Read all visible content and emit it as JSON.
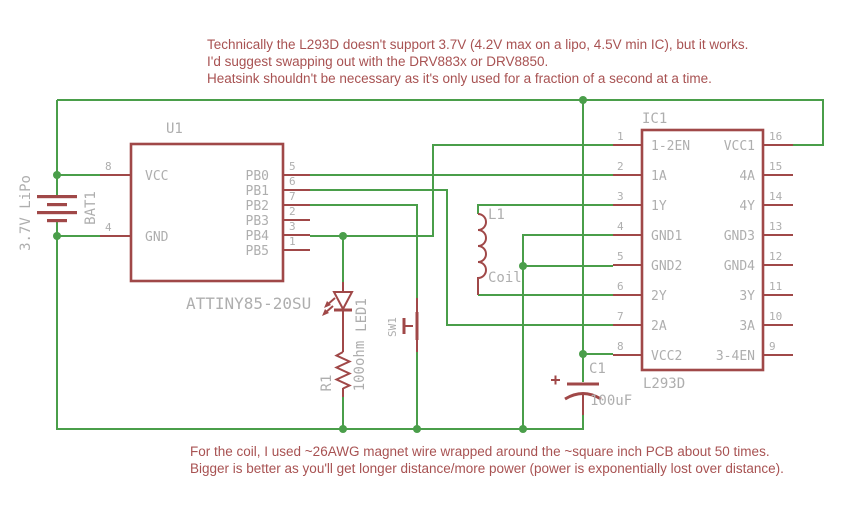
{
  "colors": {
    "wire": "#4a9e4a",
    "part": "#a04848",
    "label": "#aeaeae",
    "note": "#a85252",
    "bg": "#ffffff"
  },
  "notes": {
    "top": [
      "Technically the L293D doesn't support 3.7V (4.2V max on a lipo, 4.5V min IC), but it works.",
      "I'd suggest swapping out with the DRV883x or DRV8850.",
      "Heatsink shouldn't be necessary as it's only used for a fraction of a second at a time."
    ],
    "bottom": [
      "For the coil, I used ~26AWG magnet wire wrapped around the ~square inch PCB about 50 times.",
      "Bigger is better as you'll get longer distance/more power (power is exponentially lost over distance)."
    ]
  },
  "components": {
    "u1": {
      "ref": "U1",
      "value": "ATTINY85-20SU",
      "left_pins": [
        {
          "num": "8",
          "name": "VCC"
        },
        {
          "num": "4",
          "name": "GND"
        }
      ],
      "right_pins": [
        {
          "num": "5",
          "name": "PB0"
        },
        {
          "num": "6",
          "name": "PB1"
        },
        {
          "num": "7",
          "name": "PB2"
        },
        {
          "num": "2",
          "name": "PB3"
        },
        {
          "num": "3",
          "name": "PB4"
        },
        {
          "num": "1",
          "name": "PB5"
        }
      ]
    },
    "ic1": {
      "ref": "IC1",
      "value": "L293D",
      "left_pins": [
        {
          "num": "1",
          "name": "1-2EN"
        },
        {
          "num": "2",
          "name": "1A"
        },
        {
          "num": "3",
          "name": "1Y"
        },
        {
          "num": "4",
          "name": "GND1"
        },
        {
          "num": "5",
          "name": "GND2"
        },
        {
          "num": "6",
          "name": "2Y"
        },
        {
          "num": "7",
          "name": "2A"
        },
        {
          "num": "8",
          "name": "VCC2"
        }
      ],
      "right_pins": [
        {
          "num": "16",
          "name": "VCC1"
        },
        {
          "num": "15",
          "name": "4A"
        },
        {
          "num": "14",
          "name": "4Y"
        },
        {
          "num": "13",
          "name": "GND3"
        },
        {
          "num": "12",
          "name": "GND4"
        },
        {
          "num": "11",
          "name": "3Y"
        },
        {
          "num": "10",
          "name": "3A"
        },
        {
          "num": "9",
          "name": "3-4EN"
        }
      ]
    },
    "battery": {
      "ref": "BAT1",
      "value": "3.7V LiPo"
    },
    "inductor": {
      "ref": "L1",
      "value": "Coil"
    },
    "led": {
      "ref": "LED1"
    },
    "resistor": {
      "ref": "R1",
      "value": "100ohm"
    },
    "switch": {
      "ref": "SW1"
    },
    "capacitor": {
      "ref": "C1",
      "value": "100uF",
      "polarity": "+"
    }
  }
}
